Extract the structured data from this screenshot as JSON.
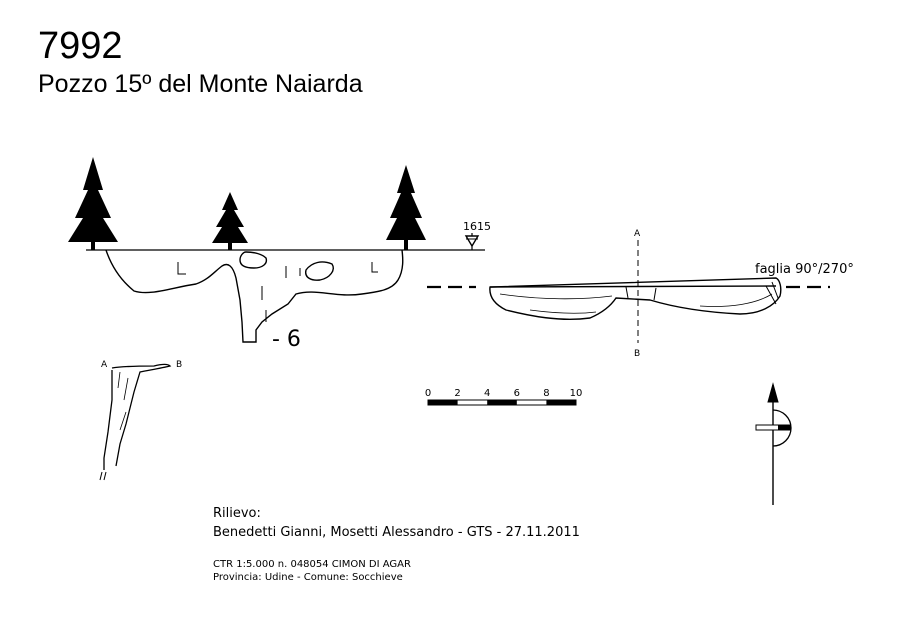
{
  "header": {
    "cave_number": "7992",
    "cave_name": "Pozzo 15º del Monte Naiarda"
  },
  "section": {
    "elevation_label": "1615",
    "depth_label": "- 6"
  },
  "plan": {
    "fault_label": "faglia 90°/270°",
    "section_a_label": "A",
    "section_b_label": "B"
  },
  "cross_section": {
    "a_label": "A",
    "b_label": "B"
  },
  "scale_bar": {
    "ticks": [
      "0",
      "2",
      "4",
      "6",
      "8",
      "10"
    ]
  },
  "credits": {
    "survey_label": "Rilievo:",
    "surveyors": "Benedetti Gianni, Mosetti Alessandro - GTS - 27.11.2011",
    "map_ref": "CTR 1:5.000 n. 048054 CIMON DI AGAR",
    "location": "Provincia: Udine - Comune: Socchieve"
  }
}
